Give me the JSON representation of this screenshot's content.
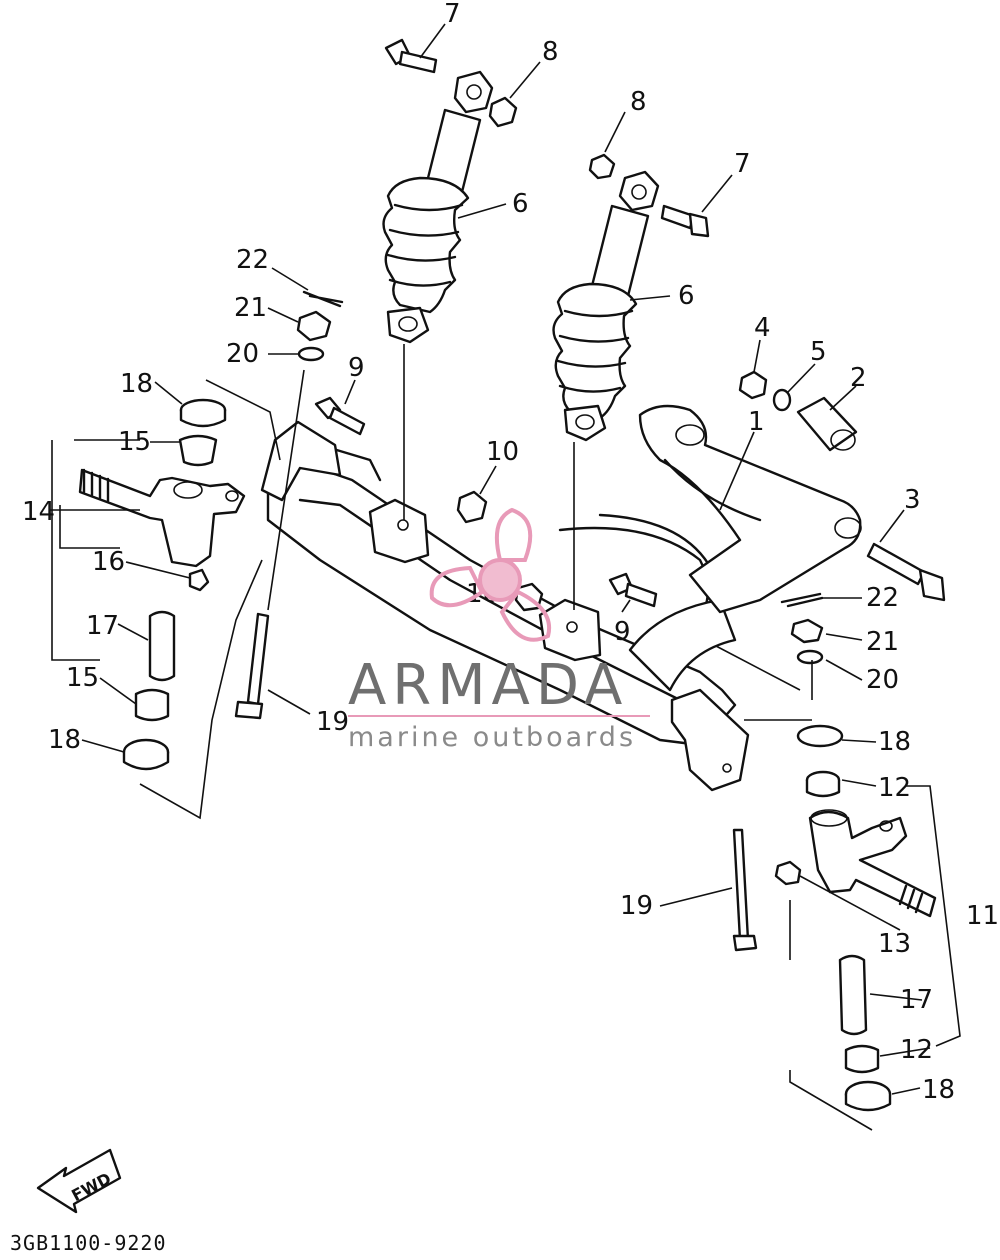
{
  "diagram_code": "3GB1100-9220",
  "direction_label": "FWD",
  "watermark": {
    "brand": "ARMADA",
    "tagline": "marine outboards",
    "logo_color": "#e89ab8",
    "text_color": "#6f6f6f"
  },
  "callouts": {
    "c1": "1",
    "c2": "2",
    "c3": "3",
    "c4": "4",
    "c5": "5",
    "c6a": "6",
    "c6b": "6",
    "c7a": "7",
    "c7b": "7",
    "c8a": "8",
    "c8b": "8",
    "c9a": "9",
    "c9b": "9",
    "c10a": "10",
    "c10b": "10",
    "c11": "11",
    "c12a": "12",
    "c12b": "12",
    "c13": "13",
    "c14": "14",
    "c15a": "15",
    "c15b": "15",
    "c16": "16",
    "c17a": "17",
    "c17b": "17",
    "c18a": "18",
    "c18b": "18",
    "c18c": "18",
    "c18d": "18",
    "c19a": "19",
    "c19b": "19",
    "c20a": "20",
    "c20b": "20",
    "c21a": "21",
    "c21b": "21",
    "c22a": "22",
    "c22b": "22"
  }
}
